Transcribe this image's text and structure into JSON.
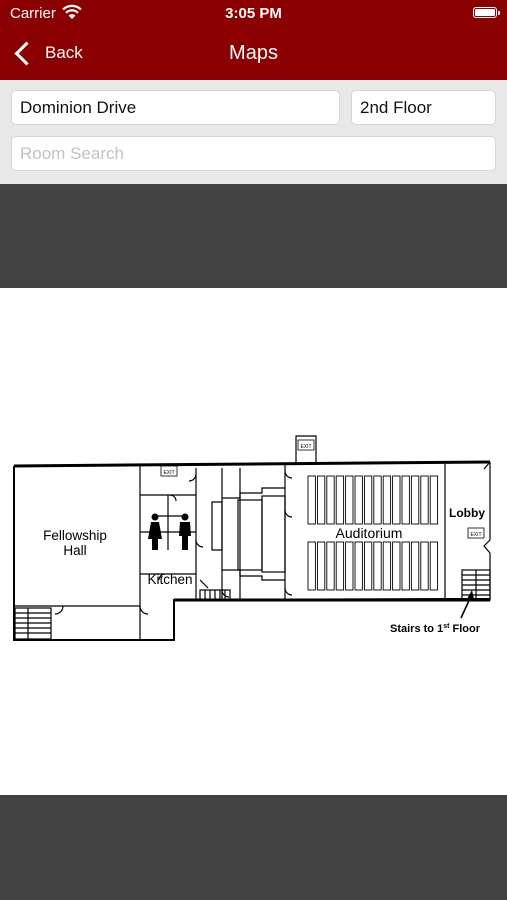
{
  "status_bar": {
    "carrier": "Carrier",
    "time": "3:05 PM"
  },
  "nav": {
    "back_label": "Back",
    "title": "Maps"
  },
  "filters": {
    "campus": "Dominion Drive",
    "floor": "2nd Floor",
    "search_placeholder": "Room Search",
    "search_value": ""
  },
  "floor_plan": {
    "rooms": {
      "fellowship_hall": [
        "Fellowship",
        "Hall"
      ],
      "kitchen": "Kitchen",
      "auditorium": "Auditorium",
      "lobby": "Lobby"
    },
    "stairs_label": "Stairs to 1",
    "stairs_sup": "st",
    "stairs_suffix": " Floor",
    "exit_sign": "EXIT"
  },
  "colors": {
    "header": "#8b0000",
    "controls_bg": "#e8e8e8",
    "background": "#424242",
    "map_bg": "#ffffff"
  }
}
